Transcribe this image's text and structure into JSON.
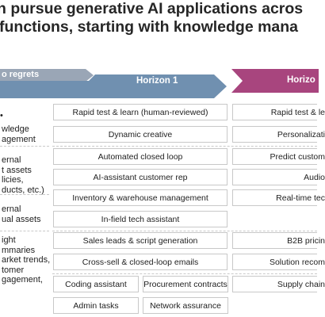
{
  "title": {
    "line1": "n pursue generative AI applications acros",
    "line2": "functions, starting with knowledge mana"
  },
  "colors": {
    "no_regrets": "#9aa6b6",
    "horizon1": "#7090b0",
    "horizon2": "#a8457e"
  },
  "headers": {
    "no_regrets": "o regrets",
    "horizon1": "Horizon 1",
    "horizon2": "Horizo"
  },
  "left": {
    "row1": [
      "wledge",
      "agement"
    ],
    "row2": [
      "ernal",
      "t assets",
      "licies,",
      "ducts, etc.)"
    ],
    "row3": [
      "ernal",
      "ual assets"
    ],
    "row4": [
      "ight",
      "mmaries",
      "arket trends,",
      "tomer",
      "gagement,",
      ".)"
    ]
  },
  "horizon1_cells": [
    "Rapid test & learn (human-reviewed)",
    "Dynamic creative",
    "Automated closed loop",
    "AI-assistant customer rep",
    "Inventory & warehouse management",
    "In-field tech assistant",
    "Sales leads & script generation",
    "Cross-sell & closed-loop emails",
    "Coding assistant",
    "Procurement contracts",
    "Admin tasks",
    "Network assurance"
  ],
  "horizon2_cells": [
    "Rapid test & le",
    "Personalizati",
    "Predict custom",
    "Audio",
    "Real-time tec",
    "B2B pricin",
    "Solution recom",
    "Supply chain"
  ]
}
